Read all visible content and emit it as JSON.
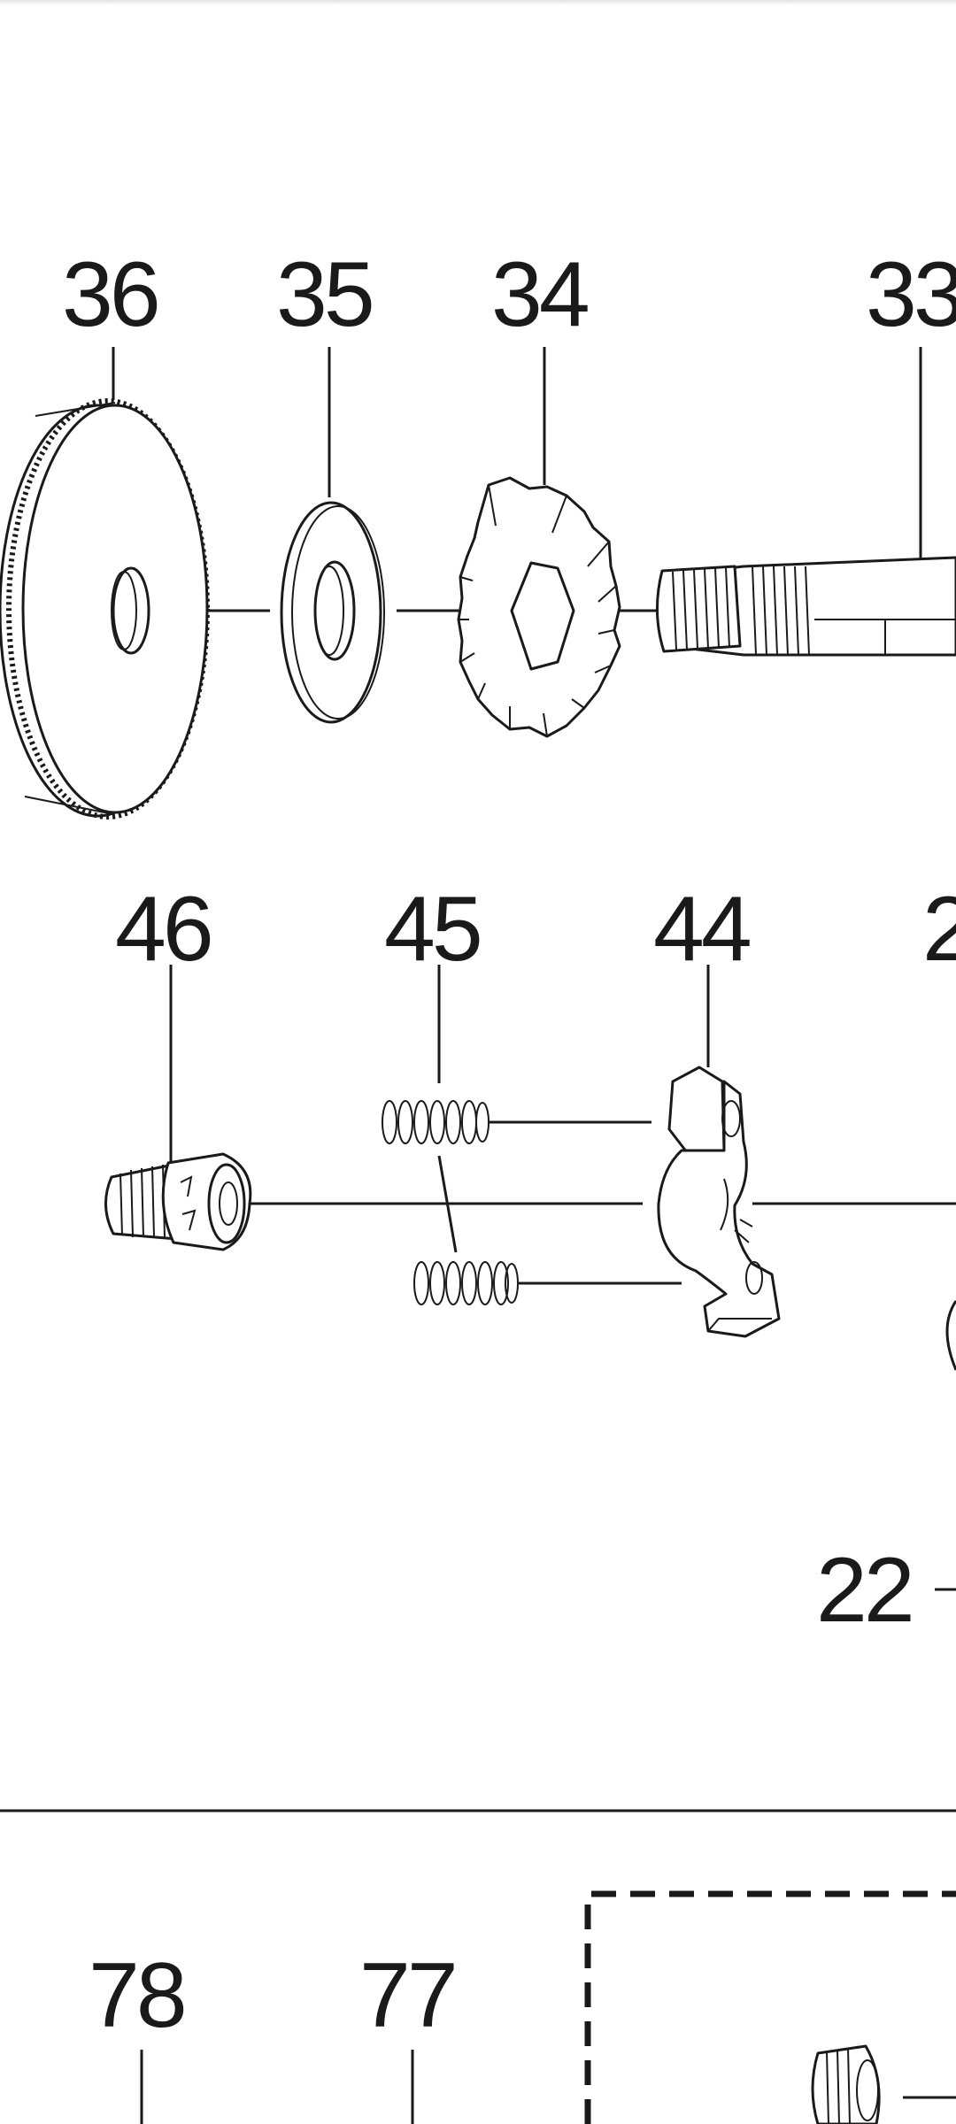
{
  "diagram": {
    "callouts": {
      "p36": "36",
      "p35": "35",
      "p34": "34",
      "p33": "33",
      "p46": "46",
      "p45": "45",
      "p44": "44",
      "p2x": "2",
      "p22": "22",
      "p78": "78",
      "p77": "77"
    },
    "colors": {
      "line": "#1a1a1a",
      "background": "#ffffff"
    }
  }
}
